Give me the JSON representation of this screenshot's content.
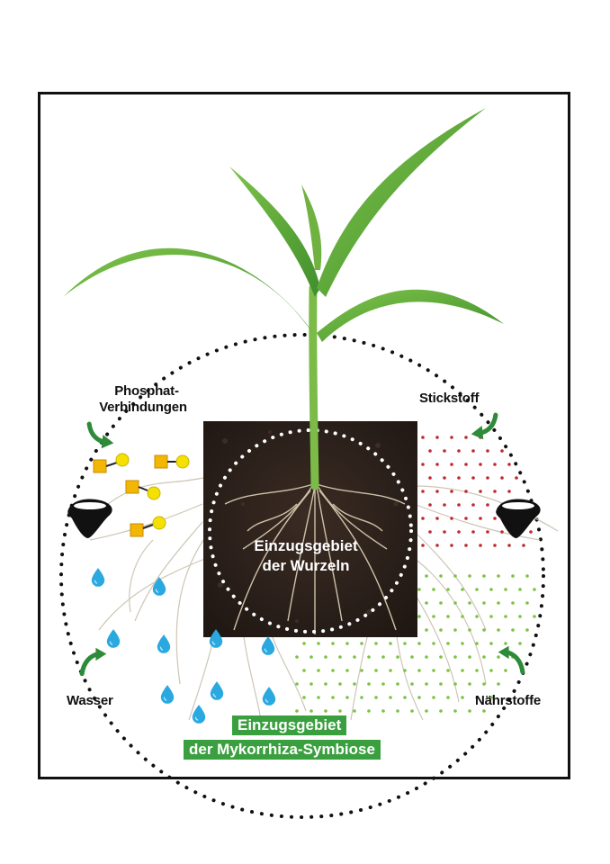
{
  "labels": {
    "phosphat_line1": "Phosphat-",
    "phosphat_line2": "Verbindungen",
    "stickstoff": "Stickstoff",
    "wasser": "Wasser",
    "naehrstoffe": "Nährstoffe",
    "roots_line1": "Einzugsgebiet",
    "roots_line2": "der Wurzeln",
    "myko_line1": "Einzugsgebiet",
    "myko_line2": "der Mykorrhiza-Symbiose"
  },
  "colors": {
    "accent_green": "#3aa03f",
    "arrow_green": "#2e8b3a",
    "soil": "#2a1f1a",
    "water": "#2aa8e0",
    "nitrogen_dots": "#c0282d",
    "nutrient_dots": "#7cc142",
    "phosphate_square": "#f2b705",
    "phosphate_circle": "#f5e100"
  },
  "icons": {
    "left_arrow_phosphat": "curved-arrow-icon",
    "right_arrow_stickstoff": "curved-arrow-icon",
    "left_arrow_wasser": "curved-arrow-icon",
    "right_arrow_naehrstoffe": "curved-arrow-icon",
    "spore_left": "fungal-spore-icon",
    "spore_right": "fungal-spore-icon",
    "water_drop": "water-drop-icon"
  }
}
